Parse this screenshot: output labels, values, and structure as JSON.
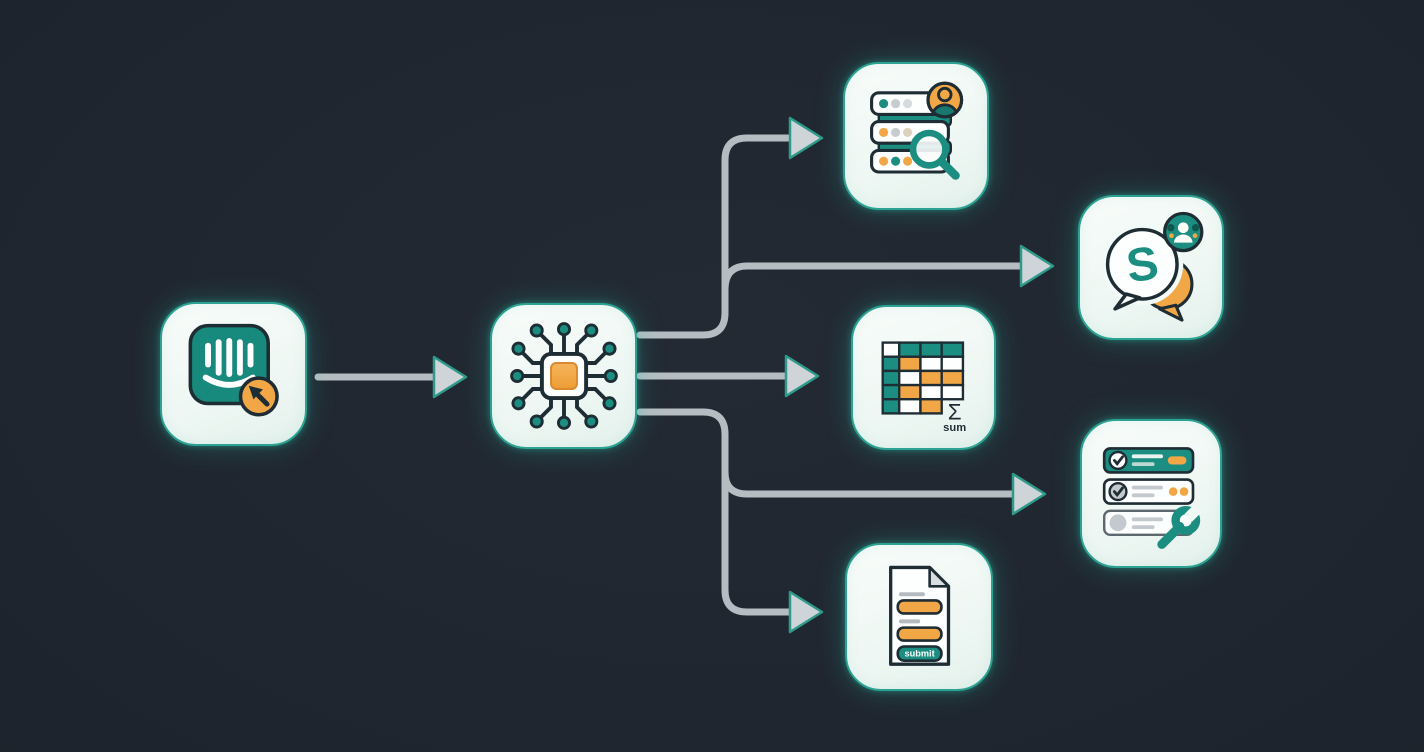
{
  "diagram": {
    "kind": "workflow-flowchart",
    "colors": {
      "background": "#1e242d",
      "teal": "#1b8e81",
      "orange": "#f2a746",
      "card_background": "#f2faf7",
      "card_border": "#2ba292",
      "connector": "#b6bdc2",
      "arrowhead": "#ced4d7",
      "outline": "#1e2c34"
    },
    "nodes": {
      "trigger": {
        "icon": "chat-app-cursor-icon"
      },
      "processor": {
        "icon": "cpu-chip-icon"
      },
      "database": {
        "icon": "database-user-search-icon"
      },
      "slack": {
        "icon": "chat-bubbles-team-icon",
        "letter": "S"
      },
      "table": {
        "icon": "spreadsheet-table-icon",
        "sigma": "Σ",
        "sum_label": "sum"
      },
      "checklist": {
        "icon": "task-checklist-wrench-icon"
      },
      "document": {
        "icon": "form-submit-document-icon",
        "submit_label": "submit"
      }
    },
    "edges": [
      {
        "from": "trigger",
        "to": "processor"
      },
      {
        "from": "processor",
        "to": "database"
      },
      {
        "from": "processor",
        "to": "slack"
      },
      {
        "from": "processor",
        "to": "table"
      },
      {
        "from": "processor",
        "to": "checklist"
      },
      {
        "from": "processor",
        "to": "document"
      }
    ]
  }
}
